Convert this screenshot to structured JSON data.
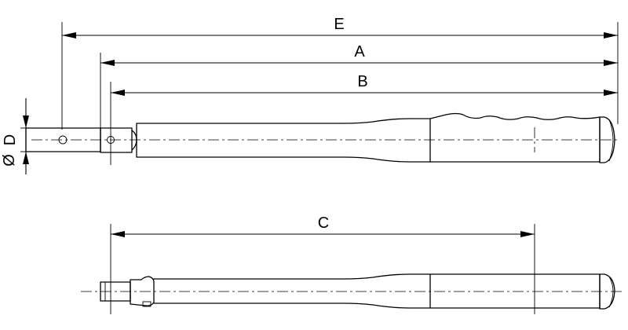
{
  "dimensions": {
    "E": "E",
    "A": "A",
    "B": "B",
    "C": "C",
    "D": "D",
    "diameter_symbol": "Ø"
  }
}
